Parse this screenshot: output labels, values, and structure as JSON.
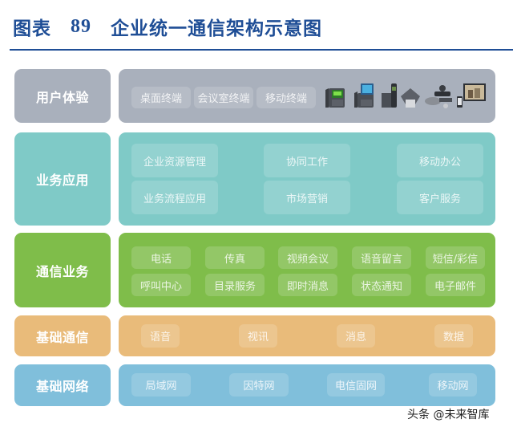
{
  "header": {
    "figure_label": "图表",
    "figure_number": "89",
    "title": "企业统一通信架构示意图",
    "accent_color": "#1f4e96"
  },
  "layers": [
    {
      "label": "用户体验",
      "color": "#a9b0bc",
      "items": [
        "桌面终端",
        "会议室终端",
        "移动终端"
      ],
      "device_icons": [
        "desk-phone-icon",
        "video-phone-icon",
        "cordless-phone-icon",
        "conference-speaker-icon",
        "video-conference-system-icon",
        "mobile-and-display-icon"
      ]
    },
    {
      "label": "业务应用",
      "color": "#7fcac7",
      "items": [
        "企业资源管理",
        "协同工作",
        "移动办公",
        "业务流程应用",
        "市场营销",
        "客户服务"
      ]
    },
    {
      "label": "通信业务",
      "color": "#7fbd4a",
      "items": [
        "电话",
        "传真",
        "视频会议",
        "语音留言",
        "短信/彩信",
        "呼叫中心",
        "目录服务",
        "即时消息",
        "状态通知",
        "电子邮件"
      ]
    },
    {
      "label": "基础通信",
      "color": "#e9bb7a",
      "items": [
        "语音",
        "视讯",
        "消息",
        "数据"
      ]
    },
    {
      "label": "基础网络",
      "color": "#80bfdb",
      "items": [
        "局域网",
        "因特网",
        "电信固网",
        "移动网"
      ]
    }
  ],
  "watermark": "头条 @未来智库"
}
